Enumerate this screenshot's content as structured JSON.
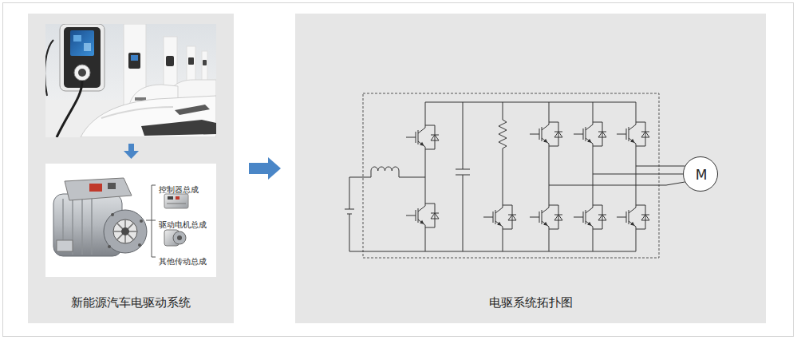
{
  "diagram": {
    "nodes": [
      {
        "text": [
          "新能源汽车电驱动系统"
        ]
      },
      {
        "text": [
          "控制器总成",
          "驱动电机总成",
          "其他传动总成"
        ],
        "in": 0
      },
      {
        "text": [
          "电驱系统拓扑图"
        ]
      },
      {
        "text": [
          "M"
        ],
        "in": 2
      }
    ],
    "edges": [
      {
        "from": 0,
        "to": 2,
        "arrow": "to"
      }
    ]
  }
}
